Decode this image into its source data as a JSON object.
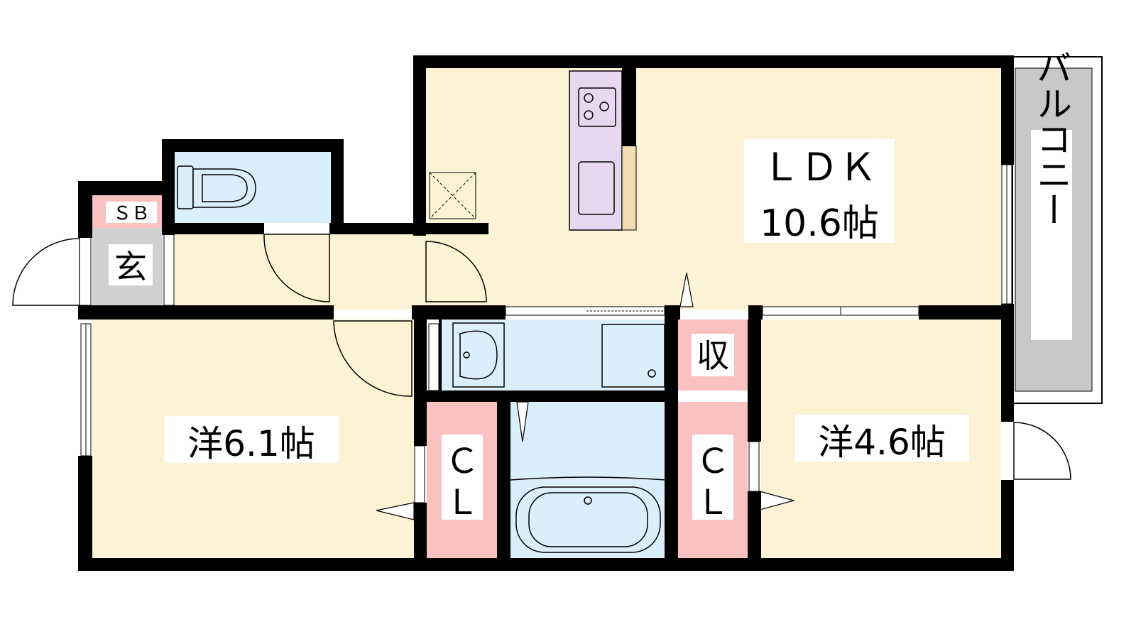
{
  "rooms": {
    "ldk": {
      "name": "ＬＤＫ",
      "size": "10.6帖"
    },
    "western_a": {
      "label": "洋6.1帖"
    },
    "western_b": {
      "label": "洋4.6帖"
    },
    "closet_a": {
      "line1": "Ｃ",
      "line2": "Ｌ"
    },
    "closet_b": {
      "line1": "Ｃ",
      "line2": "Ｌ"
    },
    "storage": {
      "label": "収"
    },
    "entrance": {
      "label": "玄"
    },
    "shoe_box": {
      "label": "ＳＢ"
    },
    "balcony": {
      "label": "バルコニー"
    }
  },
  "colors": {
    "floor": "#fdf2d3",
    "wet": "#dbeefc",
    "closet": "#fbc1c1",
    "kitchen": "#e9d7f1",
    "balcony": "#c8c8c8",
    "entrance": "#d0d0d0",
    "wall": "#000000"
  }
}
